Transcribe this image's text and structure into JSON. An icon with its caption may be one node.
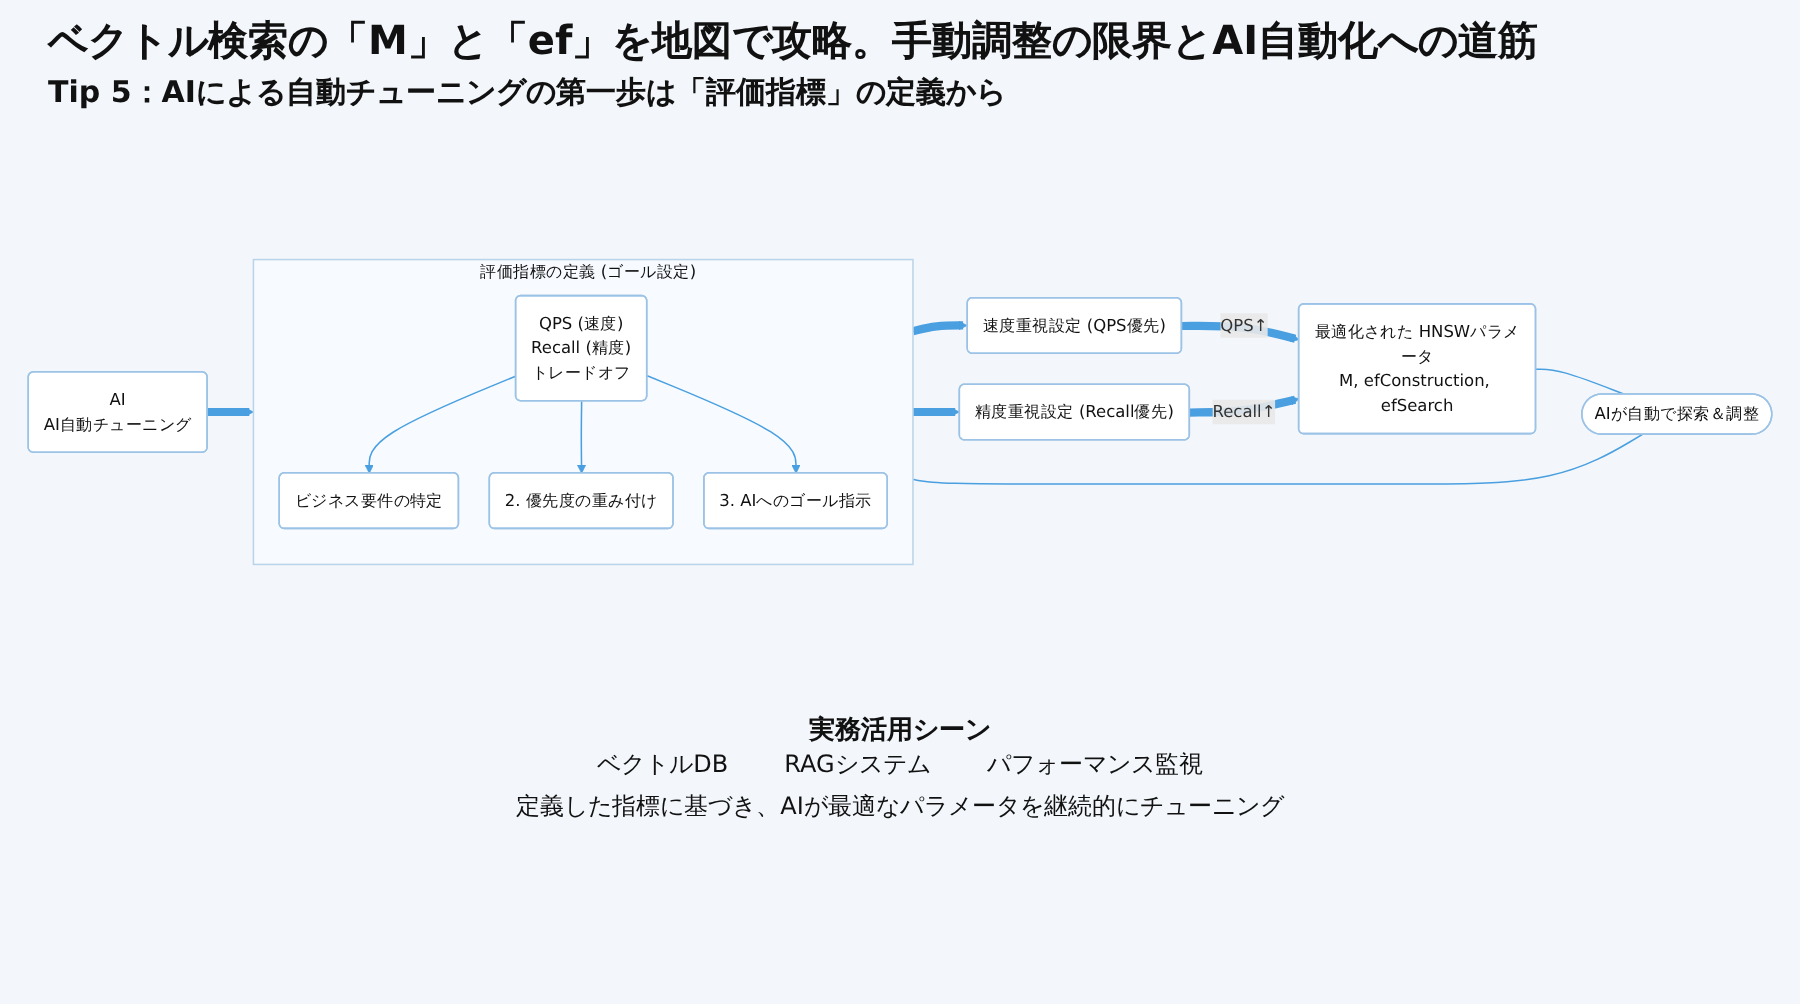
{
  "diagram": {
    "title": "ベクトル検索の「M」と「ef」を地図で攻略。手動調整の限界とAI自動化への道筋",
    "nodes": [
      {
        "text": [
          "AI",
          "AI自動チューニング"
        ]
      },
      {
        "text": [
          "評価指標の定義 (ゴール設定)"
        ]
      },
      {
        "text": [
          "QPS (速度)",
          "Recall (精度)",
          "トレードオフ"
        ],
        "in": 1
      },
      {
        "text": [
          "ビジネス要件の特定"
        ],
        "in": 1
      },
      {
        "text": [
          "2. 優先度の重み付け"
        ],
        "in": 1
      },
      {
        "text": [
          "3. AIへのゴール指示"
        ],
        "in": 1
      },
      {
        "text": [
          "速度重視設定 (QPS優先)"
        ]
      },
      {
        "text": [
          "精度重視設定 (Recall優先)"
        ]
      },
      {
        "text": [
          "最適化された HNSWパラメータ",
          "M, efConstruction, efSearch"
        ]
      },
      {
        "text": [
          "AIが自動で探索＆調整"
        ]
      }
    ],
    "edges": [
      {
        "from": 0,
        "to": 1,
        "arrow": "to",
        "style": "thick"
      },
      {
        "from": 2,
        "to": 3,
        "arrow": "to"
      },
      {
        "from": 2,
        "to": 4,
        "arrow": "to"
      },
      {
        "from": 2,
        "to": 5,
        "arrow": "to"
      },
      {
        "from": 1,
        "to": 6,
        "arrow": "to",
        "style": "thick"
      },
      {
        "from": 1,
        "to": 7,
        "arrow": "to",
        "style": "thick"
      },
      {
        "from": 6,
        "to": 8,
        "arrow": "to",
        "label": "QPS↑",
        "style": "thick"
      },
      {
        "from": 7,
        "to": 8,
        "arrow": "to",
        "label": "Recall↑",
        "style": "thick"
      },
      {
        "from": 8,
        "to": 9,
        "arrow": "none"
      },
      {
        "from": 9,
        "to": 1,
        "arrow": "none"
      }
    ],
    "labels": [
      "Tip 5：AIによる自動チューニングの第一歩は「評価指標」の定義から",
      "実務活用シーン",
      "ベクトルDB",
      "RAGシステム",
      "パフォーマンス監視"
    ],
    "caption": "定義した指標に基づき、AIが最適なパラメータを継続的にチューニング"
  }
}
